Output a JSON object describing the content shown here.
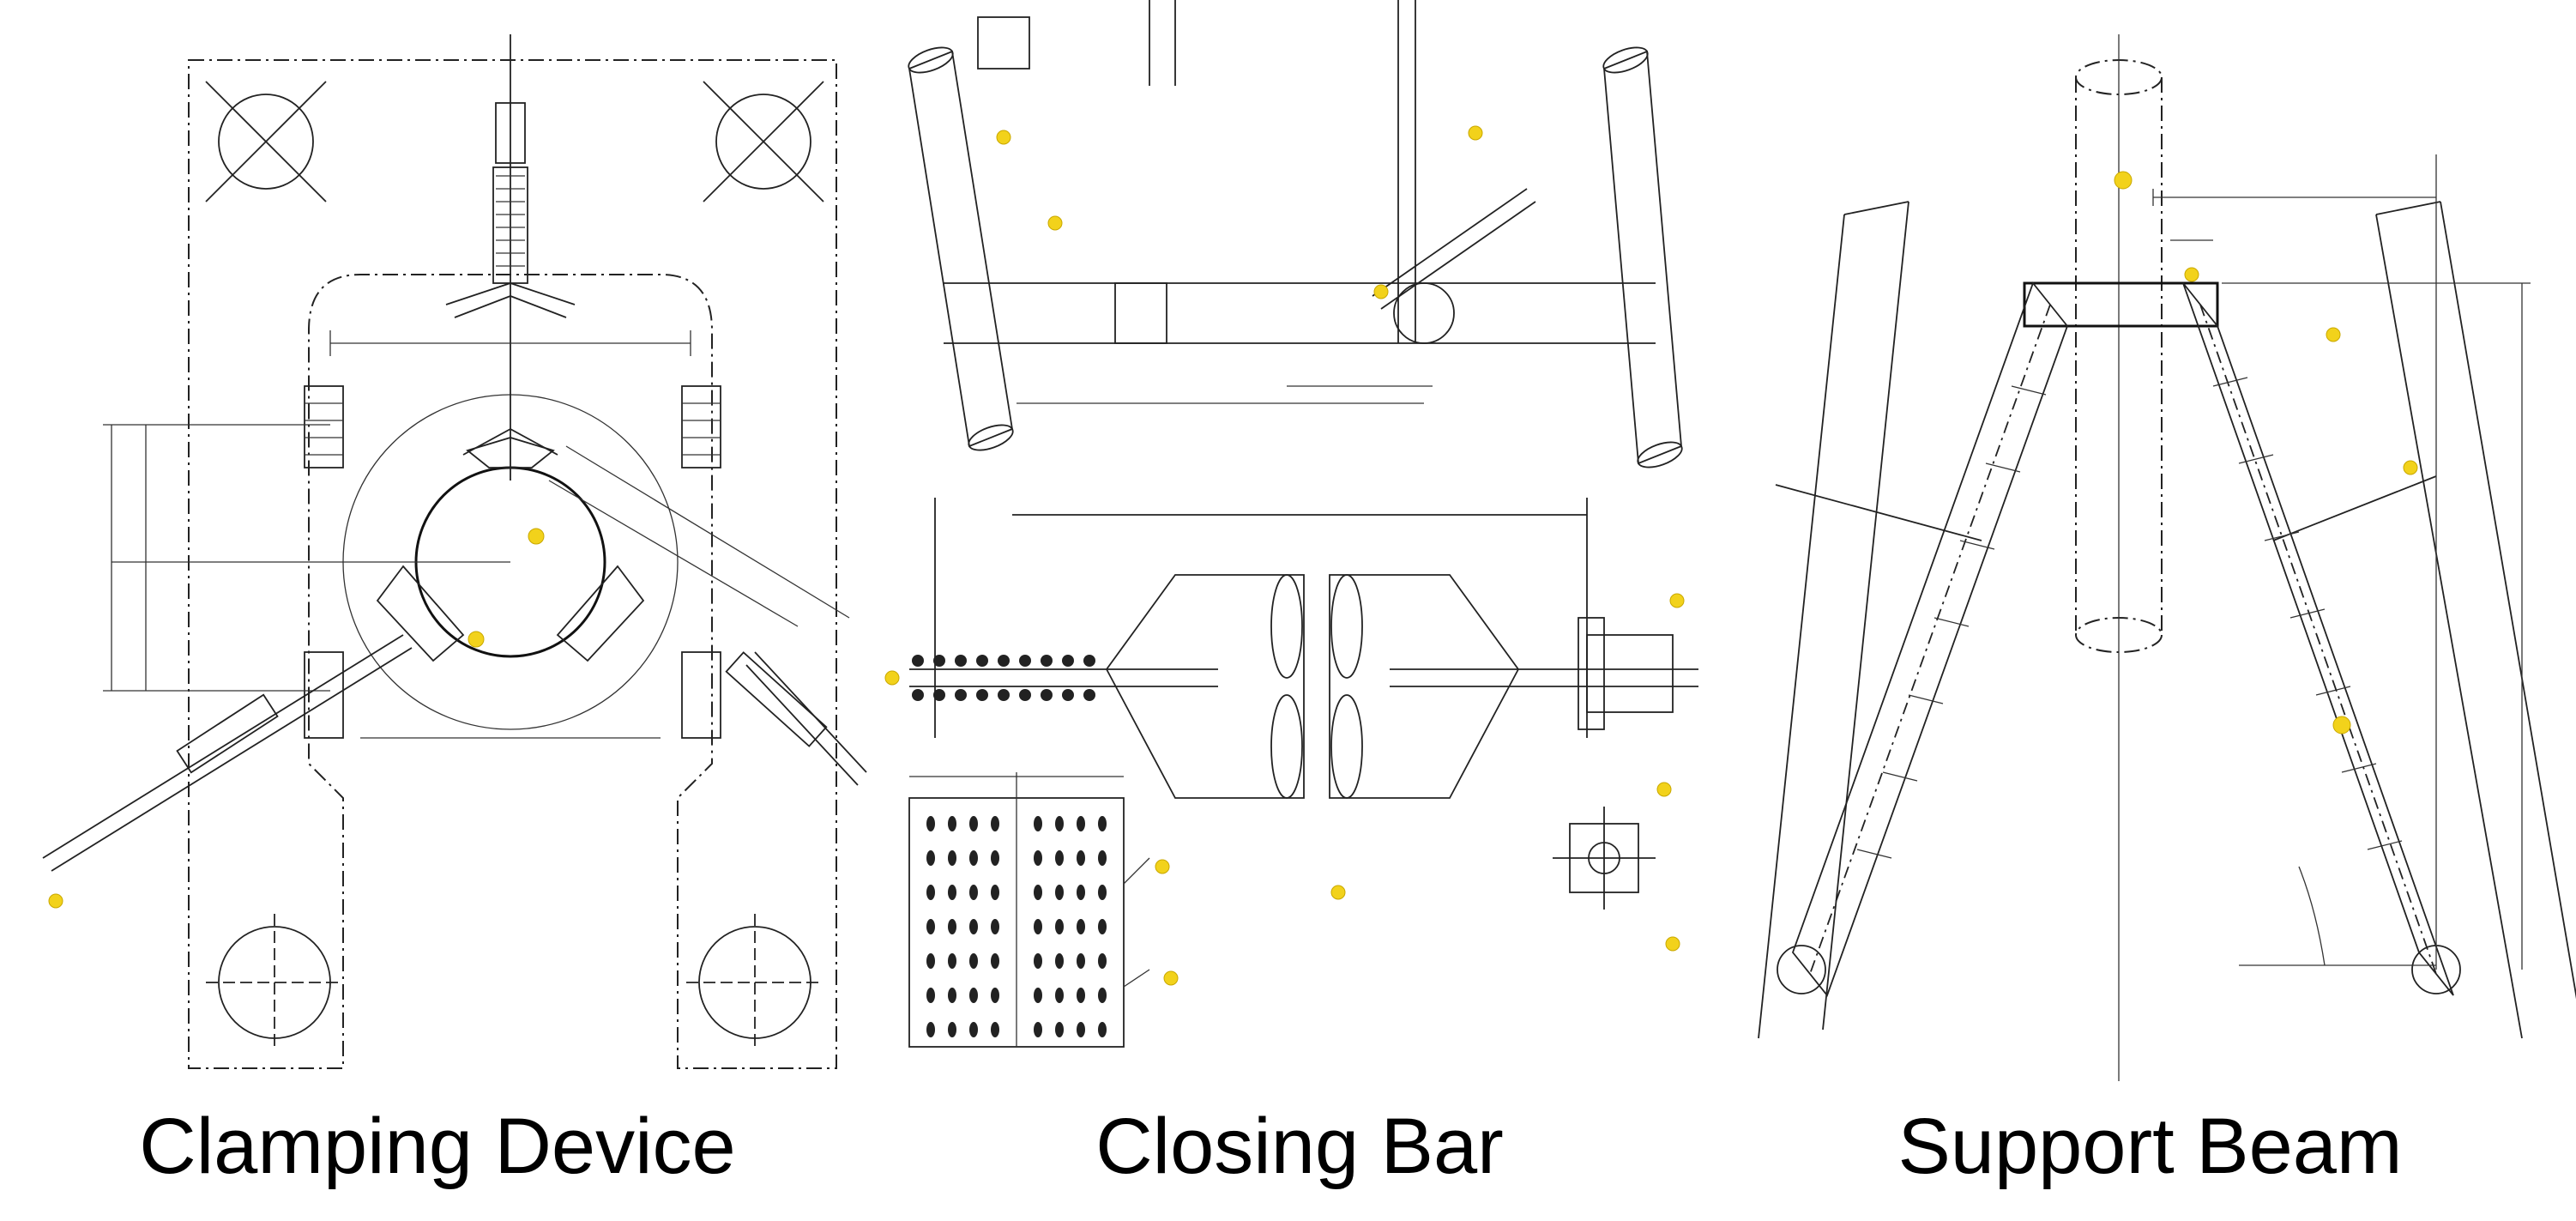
{
  "panels": [
    {
      "id": "clamping",
      "caption": "Clamping Device"
    },
    {
      "id": "closing",
      "caption": "Closing Bar"
    },
    {
      "id": "support",
      "caption": "Support Beam"
    }
  ],
  "colors": {
    "line": "#111111",
    "tag": "#f2d21b",
    "background": "#ffffff"
  }
}
